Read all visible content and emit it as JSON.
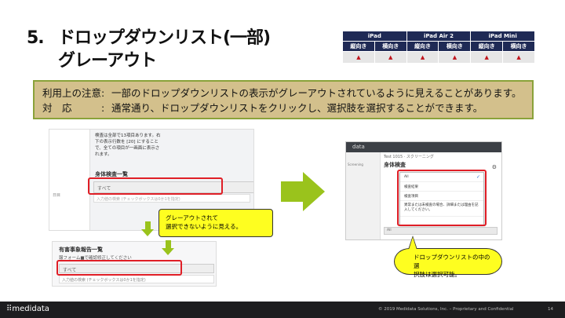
{
  "slide": {
    "number": "5.",
    "title_line1": "ドロップダウンリスト(一部)",
    "title_line2": "グレーアウト"
  },
  "compat_table": {
    "devices": [
      "iPad",
      "iPad Air 2",
      "iPad Mini"
    ],
    "orientations": [
      "縦向き",
      "横向き",
      "縦向き",
      "横向き",
      "縦向き",
      "横向き"
    ],
    "status": [
      "▲",
      "▲",
      "▲",
      "▲",
      "▲",
      "▲"
    ]
  },
  "note": {
    "label1": "利用上の注意:",
    "text1": "一部のドロップダウンリストの表示がグレーアウトされているように見えることがあります。",
    "label2": "対　応　　　:",
    "text2": "通常通り、ドロップダウンリストをクリックし、選択肢を選択することができます。"
  },
  "screenshot1": {
    "help_text": [
      "検査は全部で13項目あります。右",
      "下の表示行数を [20] にすること",
      "で、全ての項目が一画面に表示さ",
      "れます。"
    ],
    "section_label": "身体検査一覧",
    "select_value": "すべて",
    "search_placeholder": "入力値の検索 (チェックボックスは0か1を指定)",
    "side_label": "日目"
  },
  "callout1": {
    "line1": "グレーアウトされて",
    "line2": "選択できないように見える。"
  },
  "screenshot2": {
    "section_label": "有害事象報告一覧",
    "sub_text": "報フォーム■で確認修正してください",
    "select_value": "すべて",
    "search_placeholder": "入力値の検索 (チェックボックスは0か1を指定)"
  },
  "screenshot3": {
    "logo": "data",
    "menu_label": "Screening",
    "header": "Test 1015 · スクリーニング",
    "title": "身体検査",
    "options": [
      "All",
      "検査結果",
      "検査項目",
      "異常または未検査の場合、詳細または理由を記入してください。"
    ],
    "bottom_value": "All"
  },
  "callout2": {
    "line1": "ドロップダウンリストの中の選",
    "line2": "択肢は選択可能。"
  },
  "footer": {
    "brand": "medidata",
    "copyright": "© 2019 Medidata Solutions, Inc. – Proprietary and Confidential",
    "page": "14"
  }
}
